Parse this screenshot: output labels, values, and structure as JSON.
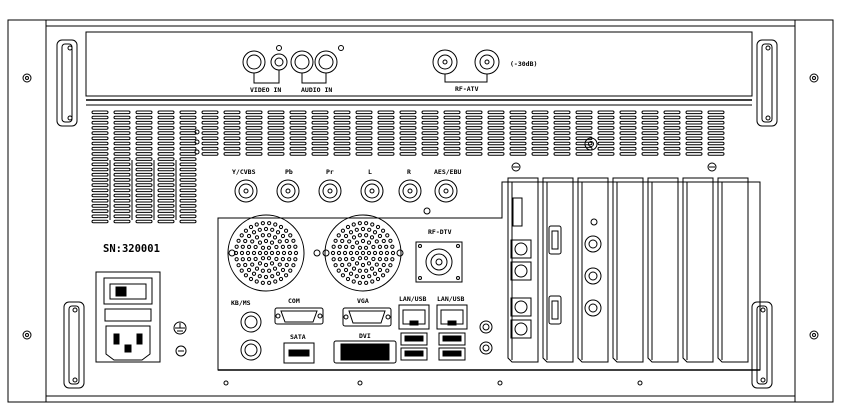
{
  "panel": {
    "serial": "SN:320001",
    "top_bay": {
      "video_in": "VIDEO IN",
      "audio_in": "AUDIO IN",
      "rf_atv": "RF-ATV",
      "attenuation": "(-30dB)"
    },
    "analog_row": {
      "y_cvbs": "Y/CVBS",
      "pb": "Pb",
      "pr": "Pr",
      "l": "L",
      "r": "R",
      "aes_ebu": "AES/EBU"
    },
    "io_board": {
      "rf_dtv": "RF-DTV",
      "kb_ms": "KB/MS",
      "com": "COM",
      "vga": "VGA",
      "lan_usb_1": "LAN/USB",
      "lan_usb_2": "LAN/USB",
      "sata": "SATA",
      "dvi": "DVI"
    }
  },
  "colors": {
    "line": "#000000",
    "background": "#ffffff"
  },
  "icons": [
    "ground-symbol-icon",
    "power-switch-icon",
    "fan-grille-icon",
    "screw-icon"
  ]
}
